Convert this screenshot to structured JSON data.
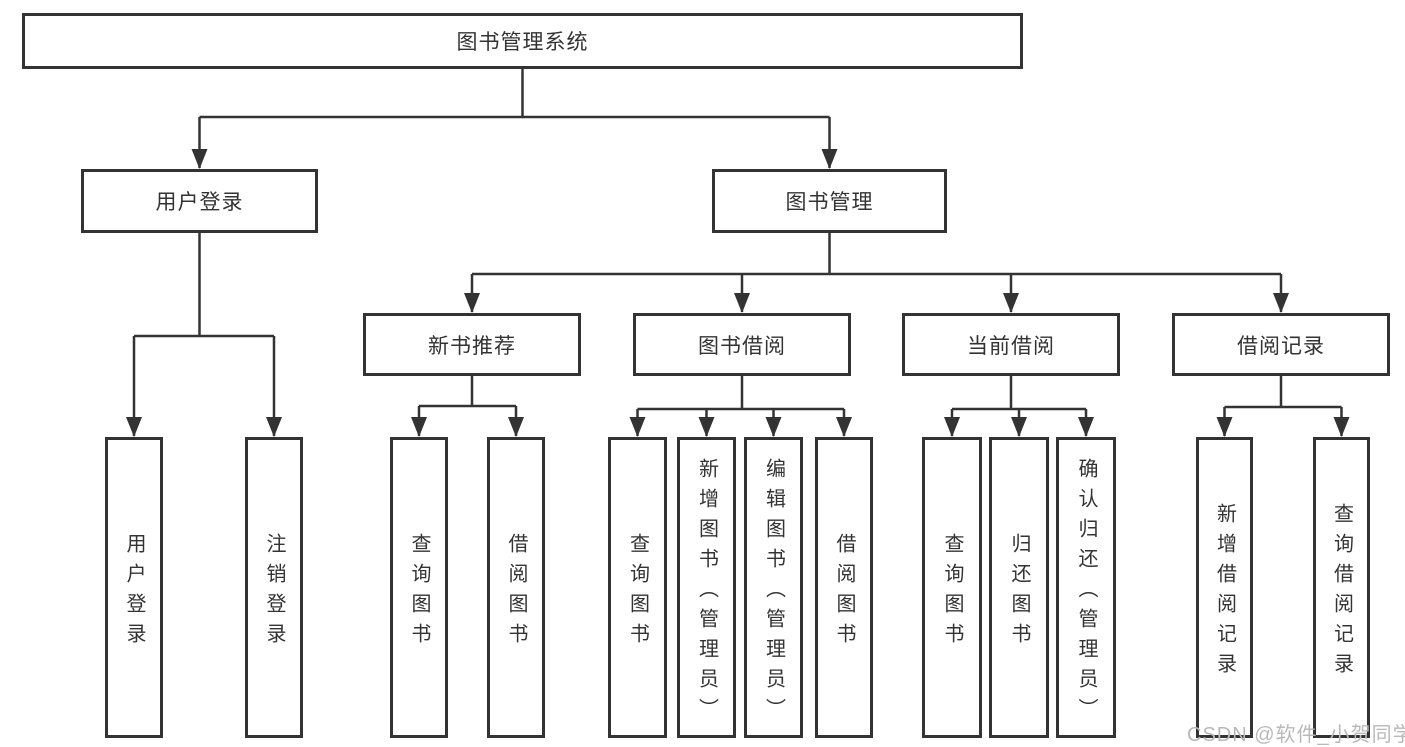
{
  "diagram": {
    "root": {
      "label": "图书管理系统"
    },
    "level2": {
      "user_login": {
        "label": "用户登录"
      },
      "book_management": {
        "label": "图书管理"
      }
    },
    "level3": {
      "new_book_recommendation": {
        "label": "新书推荐"
      },
      "book_borrowing": {
        "label": "图书借阅"
      },
      "current_borrowing": {
        "label": "当前借阅"
      },
      "borrowing_records": {
        "label": "借阅记录"
      }
    },
    "leaves": {
      "user_login": {
        "label": "用户登录"
      },
      "logout_login": {
        "label": "注销登录"
      },
      "recommend_query_books": {
        "label": "查询图书"
      },
      "recommend_borrow_books": {
        "label": "借阅图书"
      },
      "borrowing_query_books": {
        "label": "查询图书"
      },
      "borrowing_add_books": {
        "label": "新增图书（管理员）"
      },
      "borrowing_edit_books": {
        "label": "编辑图书（管理员）"
      },
      "borrowing_borrow_books": {
        "label": "借阅图书"
      },
      "current_query_books": {
        "label": "查询图书"
      },
      "current_return_books": {
        "label": "归还图书"
      },
      "current_confirm_return": {
        "label": "确认归还（管理员）"
      },
      "records_add_record": {
        "label": "新增借阅记录"
      },
      "records_query_record": {
        "label": "查询借阅记录"
      }
    },
    "watermark": {
      "text": "CSDN @软件_小贺同学"
    },
    "colors": {
      "line": "#333333",
      "text": "#333333",
      "background": "#ffffff",
      "watermark": "#b9b9b9"
    }
  }
}
